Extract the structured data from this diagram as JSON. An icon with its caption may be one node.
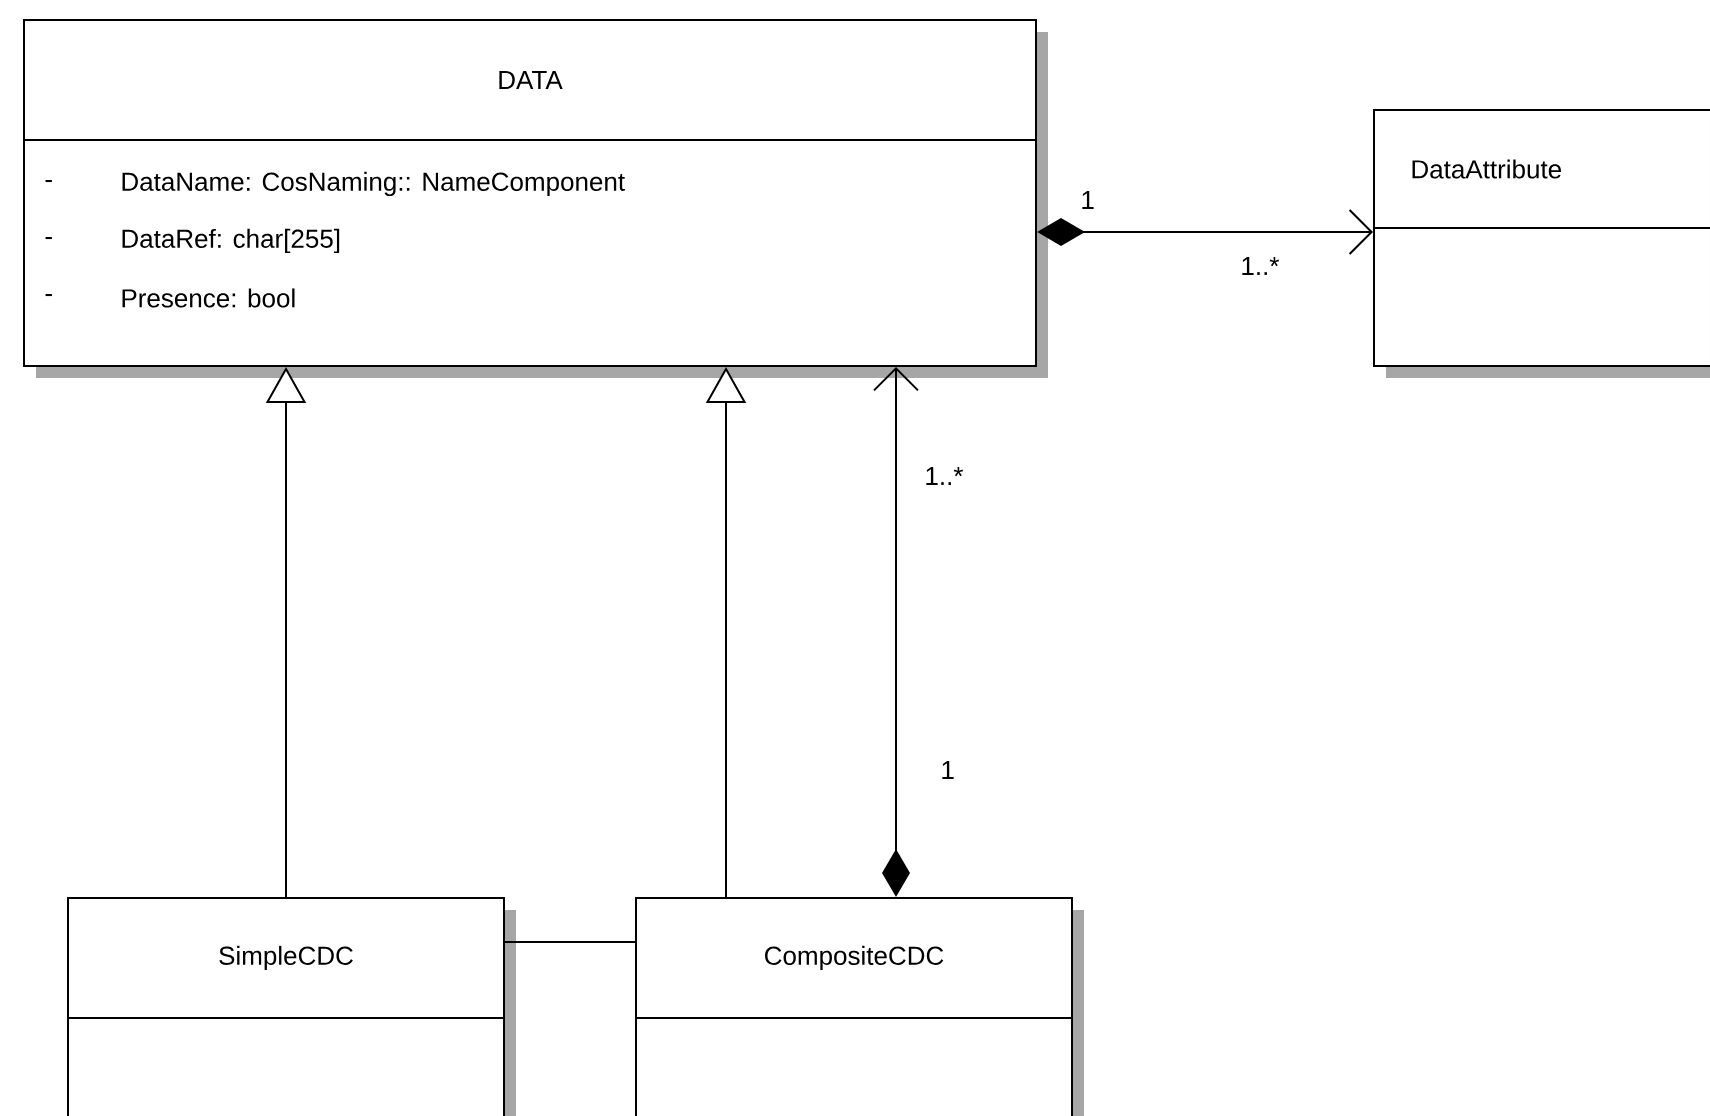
{
  "diagram": {
    "nodes": [
      {
        "text": [
          "DATA",
          "-",
          "DataName: CosNaming:: NameComponent",
          "-",
          "DataRef: char[255]",
          "-",
          "Presence: bool"
        ]
      },
      {
        "text": [
          "DataAttribute"
        ]
      },
      {
        "text": [
          "SimpleCDC"
        ]
      },
      {
        "text": [
          "CompositeCDC"
        ]
      }
    ],
    "edges": [
      {
        "from": 0,
        "to": 1,
        "arrow": "to"
      },
      {
        "from": 2,
        "to": 0,
        "arrow": "to"
      },
      {
        "from": 3,
        "to": 0,
        "arrow": "to"
      },
      {
        "from": 3,
        "to": 0,
        "arrow": "to"
      },
      {
        "from": 2,
        "to": 3,
        "arrow": "none"
      }
    ],
    "labels": [
      "1",
      "1..*",
      "1..*",
      "1"
    ]
  }
}
